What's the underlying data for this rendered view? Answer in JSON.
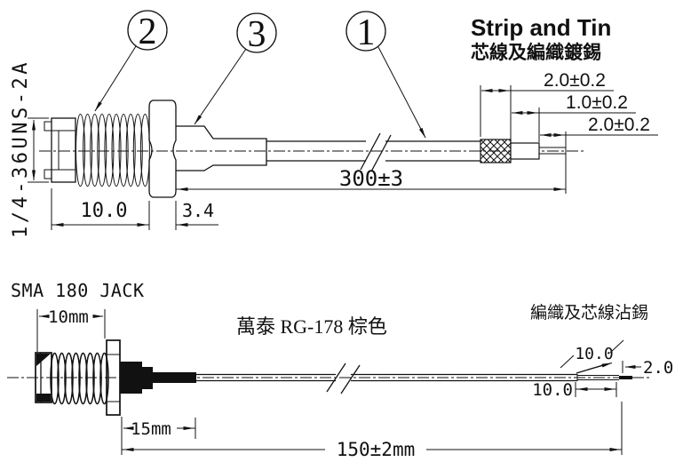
{
  "top_view": {
    "title": "Strip and Tin",
    "subtitle_cn": "芯線及編織鍍錫",
    "thread_spec": "1/4-36UNS-2A",
    "balloons": {
      "item2": "2",
      "item3": "3",
      "item1": "1"
    },
    "dims": {
      "braid_tin_length": "2.0±0.2",
      "insulation_length": "1.0±0.2",
      "core_wire_length": "2.0±0.2",
      "cable_length": "300±3",
      "thread_length": "10.0",
      "hex_width": "3.4"
    }
  },
  "bottom_view": {
    "connector_label": "SMA 180 JACK",
    "cable_label_cn": "萬泰 RG-178 棕色",
    "end_label_cn": "編織及芯線沾錫",
    "dims": {
      "thread_length": "10mm",
      "strain_relief_length": "15mm",
      "overall_length": "150±2mm",
      "braid_fold_length": "10.0",
      "insulation_length": "10.0",
      "tip_length": "2.0"
    }
  }
}
